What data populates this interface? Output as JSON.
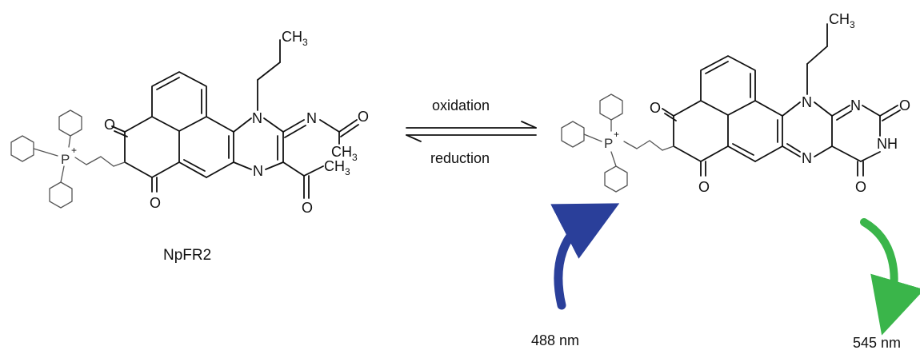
{
  "compound_name": "NpFR2",
  "arrows": {
    "forward": "oxidation",
    "backward": "reduction"
  },
  "excitation": {
    "label": "488 nm",
    "color": "#2a3f9a"
  },
  "emission": {
    "label": "545 nm",
    "color": "#3ab54a"
  },
  "atoms": {
    "oxygen": "O",
    "nitrogen": "N",
    "phosphorus": "P",
    "phosphonium_charge": "+",
    "imide_nh": "NH",
    "ch3": "CH",
    "ch3_sub": "3"
  }
}
